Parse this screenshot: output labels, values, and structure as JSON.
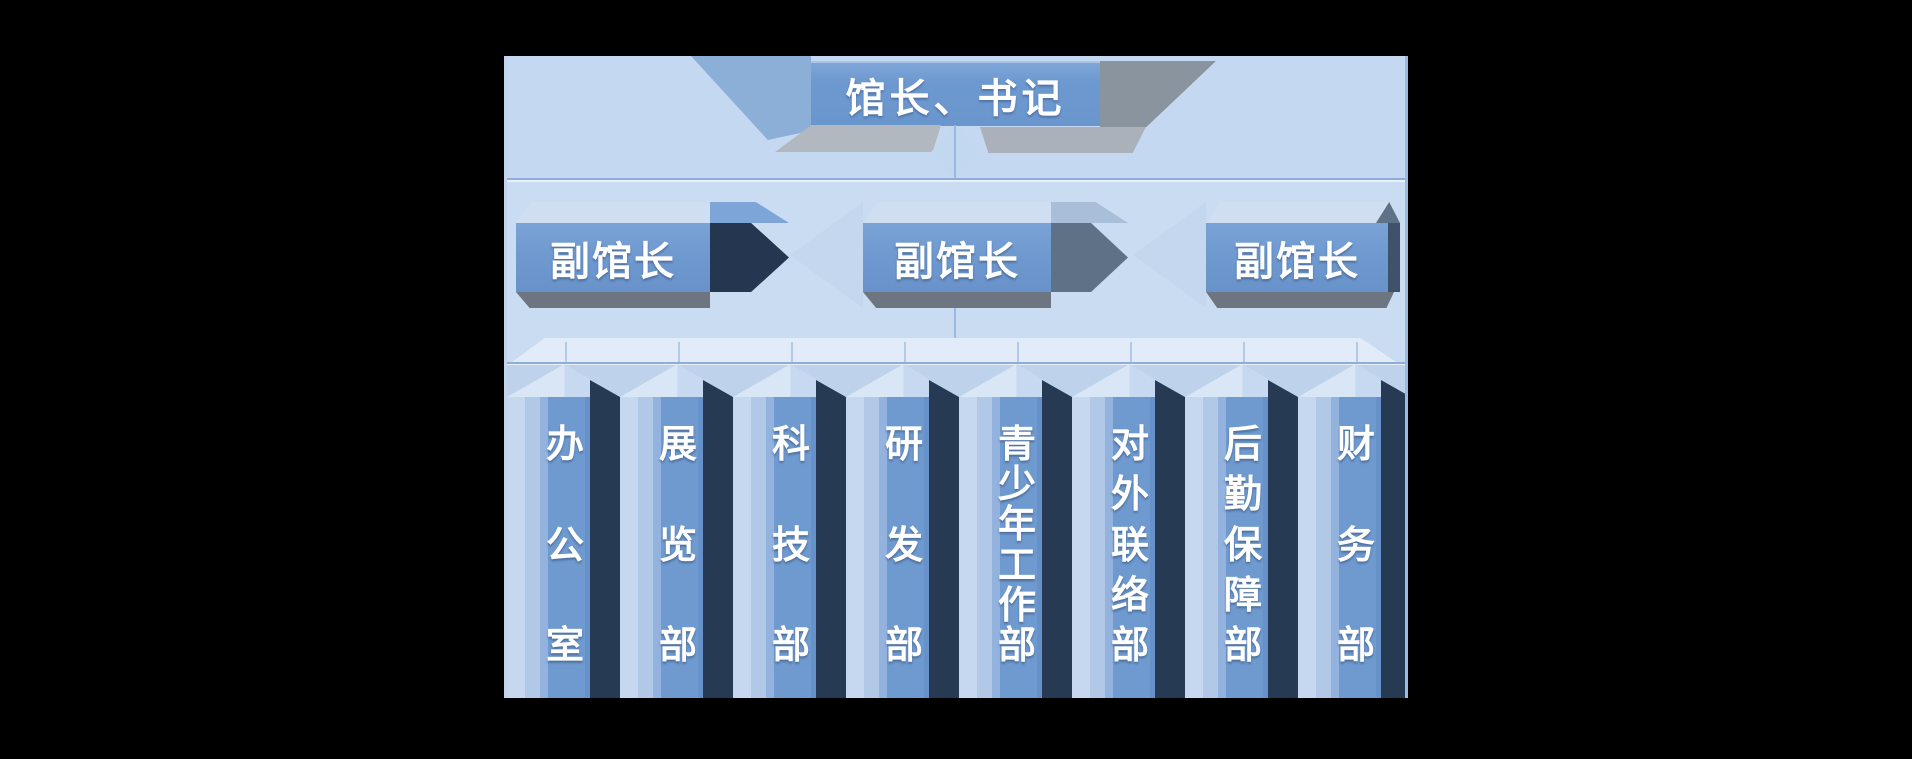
{
  "org_chart": {
    "title_node": {
      "label": "馆长、书记"
    },
    "deputy_nodes": [
      "副馆长",
      "副馆长",
      "副馆长"
    ],
    "department_nodes": [
      "办公室",
      "展览部",
      "科技部",
      "研发部",
      "青少年工作部",
      "对外联络部",
      "后勤保障部",
      "财务部"
    ],
    "colors": {
      "canvas_bg": "#000000",
      "panel_light_blue": "#c6daf1",
      "node_blue": "#6f9ad0",
      "arrow_navy": "#243650",
      "arrow_slate": "#5e7186",
      "column_dark_bar": "#263a54",
      "shadow_gray": "#b2b8c0",
      "text": "#ffffff"
    }
  }
}
